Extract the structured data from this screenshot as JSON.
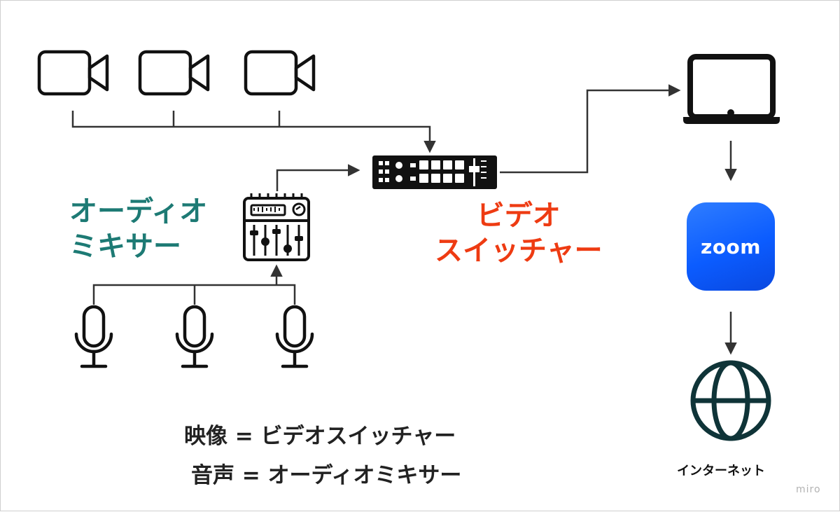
{
  "diagram": {
    "audio_mixer_label": [
      "オーディオ",
      "ミキサー"
    ],
    "video_switcher_label": [
      "ビデオ",
      "スイッチャー"
    ],
    "legend": {
      "video_line": "映像  = ビデオスイッチャー",
      "audio_line": "音声 = オーディオミキサー"
    },
    "zoom_wordmark": "zoom",
    "internet_label": "インターネット",
    "watermark": "miro"
  },
  "colors": {
    "audio_label": "#1d7a74",
    "video_label": "#ee3b12",
    "zoom_blue": "#0b5cff",
    "globe": "#0f3438",
    "wires": "#333333"
  },
  "icons": [
    "video-camera-icon",
    "microphone-icon",
    "audio-mixer-icon",
    "video-switcher-icon",
    "laptop-icon",
    "zoom-app-icon",
    "globe-icon"
  ]
}
